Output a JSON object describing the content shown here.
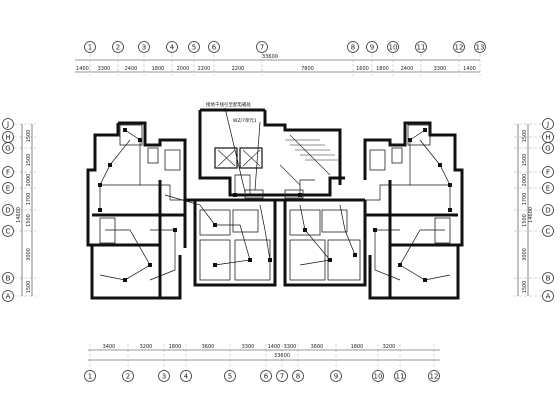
{
  "top_axes": [
    "1",
    "2",
    "3",
    "4",
    "5",
    "6",
    "7",
    "8",
    "9",
    "10",
    "11",
    "12",
    "13"
  ],
  "top_dims": [
    "1400",
    "3300",
    "2400",
    "1800",
    "2000",
    "2200",
    "2200",
    "7800",
    "1600",
    "1800",
    "2400",
    "3300",
    "1400"
  ],
  "top_total": "33600",
  "bottom_axes": [
    "1",
    "2",
    "3",
    "4",
    "5",
    "6",
    "7",
    "8",
    "9",
    "10",
    "11",
    "12"
  ],
  "bottom_dims": [
    "3400",
    "3200",
    "1800",
    "3600",
    "3300",
    "1400",
    "3300",
    "3600",
    "1800",
    "3200"
  ],
  "bottom_total": "33600",
  "left_axes": [
    "J",
    "H",
    "G",
    "F",
    "E",
    "D",
    "C",
    "B",
    "A"
  ],
  "right_axes": [
    "J",
    "H",
    "G",
    "F",
    "E",
    "D",
    "C",
    "B",
    "A"
  ],
  "side_dims": [
    "1500",
    "1500",
    "2000",
    "1700",
    "1500",
    "3000",
    "1500"
  ],
  "side_total": "14600",
  "notes": {
    "panel_note": "接地干线引至配电箱处",
    "conduit_note": "WZ/7单元1"
  }
}
